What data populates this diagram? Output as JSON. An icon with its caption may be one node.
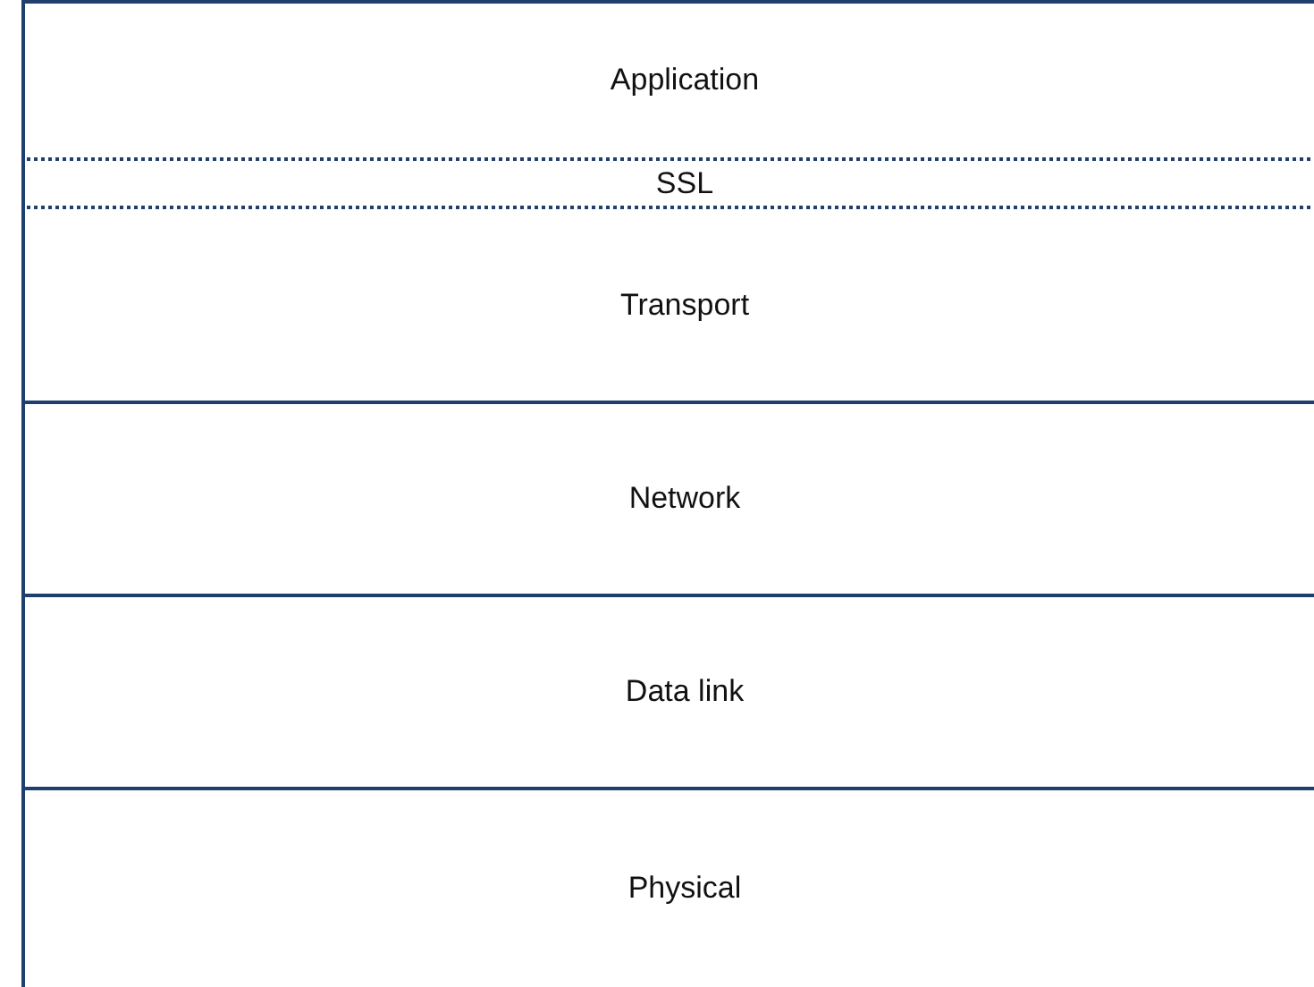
{
  "diagram": {
    "nodes": [
      {
        "text": [
          "Application"
        ]
      },
      {
        "text": [
          "SSL"
        ]
      },
      {
        "text": [
          "Transport"
        ]
      },
      {
        "text": [
          "Network"
        ]
      },
      {
        "text": [
          "Data link"
        ]
      },
      {
        "text": [
          "Physical"
        ]
      }
    ]
  }
}
